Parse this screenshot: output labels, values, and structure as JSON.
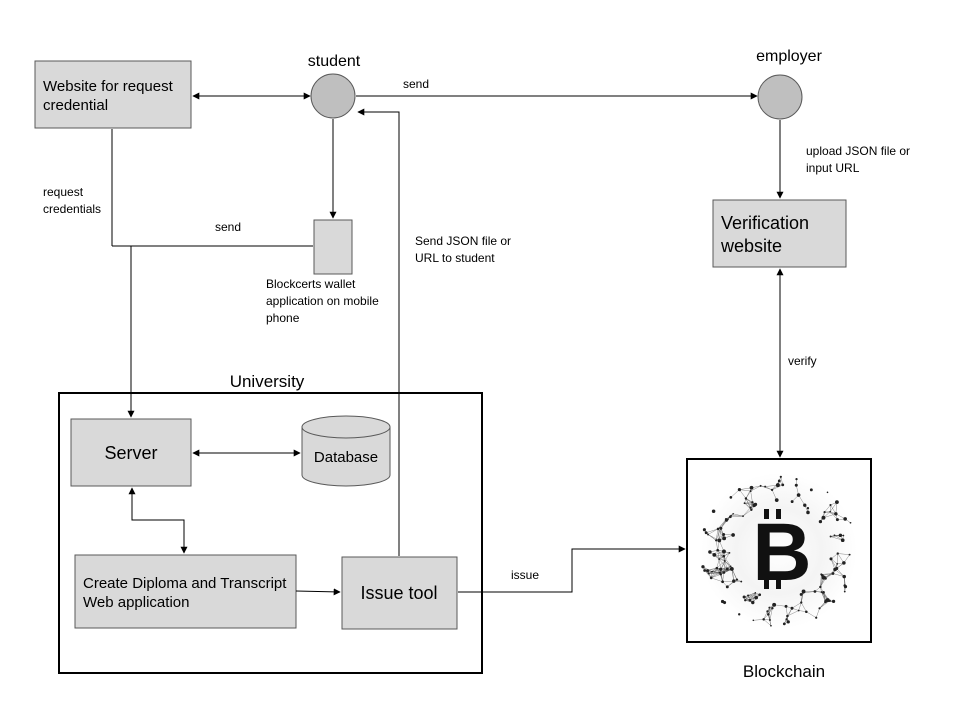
{
  "actors": {
    "student": "student",
    "employer": "employer"
  },
  "boxes": {
    "request_website": [
      "Website for request",
      "credential"
    ],
    "wallet_app": [
      "Blockcerts wallet",
      "application on mobile",
      "phone"
    ],
    "verification_website": [
      "Verification",
      "website"
    ],
    "server": "Server",
    "database": "Database",
    "web_app": [
      "Create Diploma and Transcript",
      "Web application"
    ],
    "issue_tool": "Issue tool"
  },
  "groups": {
    "university": "University",
    "blockchain": "Blockchain"
  },
  "edge_labels": {
    "send_to_employer": "send",
    "upload": [
      "upload JSON file or",
      "input URL"
    ],
    "request_credentials": [
      "request",
      "credentials"
    ],
    "send_from_wallet": "send",
    "send_json": [
      "Send JSON file or",
      "URL to student"
    ],
    "verify": "verify",
    "issue": "issue"
  },
  "icons": {
    "blockchain_logo": "bitcoin-network-icon"
  },
  "colors": {
    "box_fill": "#d9d9d9",
    "actor_fill": "#bfbfbf"
  }
}
